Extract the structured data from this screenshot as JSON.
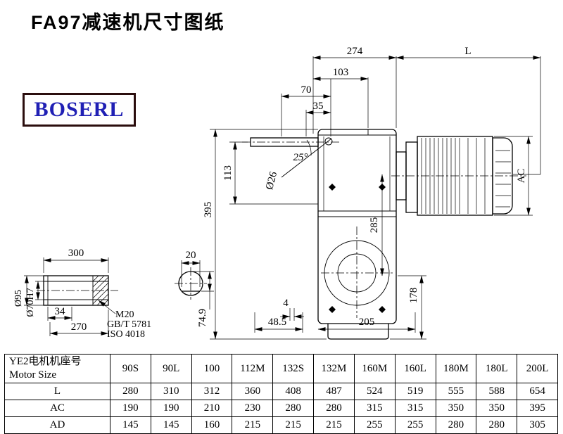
{
  "title": "FA97减速机尺寸图纸",
  "logo": {
    "text": "BOSERL",
    "color": "#1f1fb4",
    "border_color": "#2a0d0d"
  },
  "drawing": {
    "labels": {
      "dim_274": "274",
      "dim_L": "L",
      "dim_103": "103",
      "dim_70": "70",
      "dim_35": "35",
      "dim_angle": "25°",
      "dim_dia26": "Ø26",
      "dim_113": "113",
      "dim_395": "395",
      "dim_285": "285",
      "dim_AC": "AC",
      "dim_178": "178",
      "dim_4": "4",
      "dim_48_5": "48.5",
      "dim_205": "205",
      "key_20": "20",
      "key_74_9": "74.9",
      "shaft_300": "300",
      "shaft_34": "34",
      "shaft_270": "270",
      "shaft_dia95": "Ø95",
      "shaft_dia70": "Ø70H7",
      "thread_m20": "M20",
      "std_gb": "GB/T 5781",
      "std_iso": "ISO 4018"
    }
  },
  "table": {
    "header_label_cn": "YE2电机机座号",
    "header_label_en": "Motor Size",
    "sizes": [
      "90S",
      "90L",
      "100",
      "112M",
      "132S",
      "132M",
      "160M",
      "160L",
      "180M",
      "180L",
      "200L"
    ],
    "rows": [
      {
        "label": "L",
        "values": [
          "280",
          "310",
          "312",
          "360",
          "408",
          "487",
          "524",
          "519",
          "555",
          "588",
          "654"
        ]
      },
      {
        "label": "AC",
        "values": [
          "190",
          "190",
          "210",
          "230",
          "280",
          "280",
          "315",
          "315",
          "350",
          "350",
          "395"
        ]
      },
      {
        "label": "AD",
        "values": [
          "145",
          "145",
          "160",
          "215",
          "215",
          "215",
          "255",
          "255",
          "280",
          "280",
          "305"
        ]
      }
    ]
  }
}
